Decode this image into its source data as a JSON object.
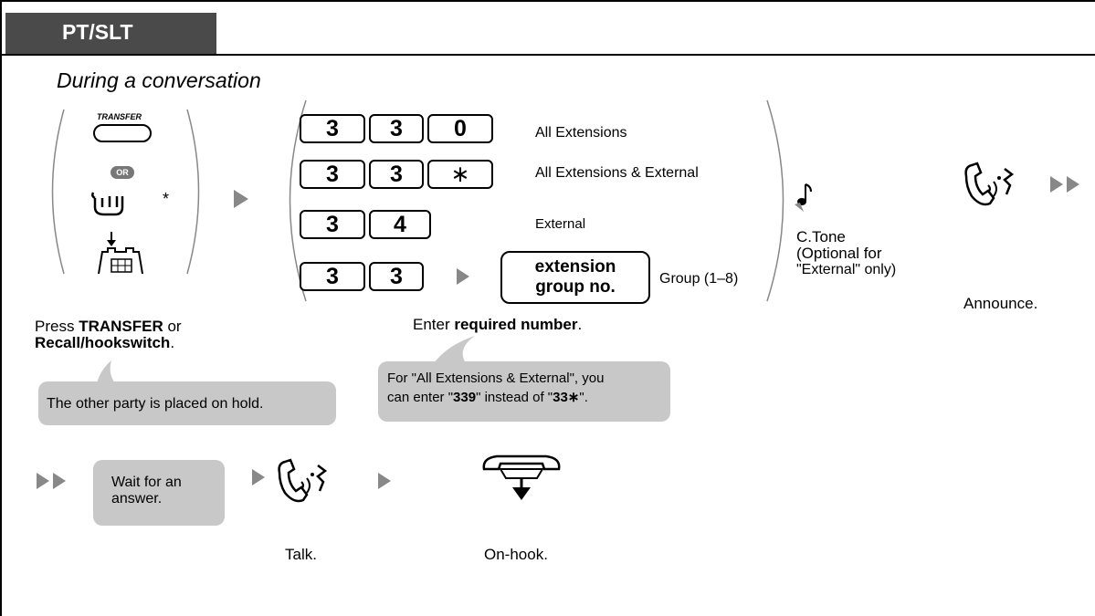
{
  "header": {
    "tab_label": "PT/SLT",
    "subtitle": "During a conversation"
  },
  "step1": {
    "transfer_key_label": "TRANSFER",
    "or_label": "OR",
    "asterisk": "*",
    "caption_bold": "TRANSFER",
    "caption_pre": "Press ",
    "caption_mid": " or",
    "caption_bold2": "Recall/hookswitch",
    "caption_end": ".",
    "bubble_text": "The other party is placed on hold."
  },
  "step2": {
    "rows": [
      {
        "keys": [
          "3",
          "3",
          "0"
        ],
        "label": "All Extensions"
      },
      {
        "keys": [
          "3",
          "3",
          "∗"
        ],
        "label": "All Extensions & External"
      },
      {
        "keys": [
          "3",
          "4"
        ],
        "label": "External"
      },
      {
        "keys": [
          "3",
          "3"
        ],
        "box_line1": "extension",
        "box_line2": "group no.",
        "label": "Group (1–8)"
      }
    ],
    "caption_pre": "Enter ",
    "caption_bold": "required number",
    "caption_end": ".",
    "bubble_line1": "For \"All Extensions & External\", you",
    "bubble_line2_a": "can enter \"",
    "bubble_line2_b": "339",
    "bubble_line2_c": "\" instead of \"",
    "bubble_line2_d": "33",
    "bubble_line2_e": "\".",
    "bubble_star": "∗"
  },
  "step3": {
    "tone_line1": "C.Tone",
    "tone_line2": "(Optional for",
    "tone_line3": "\"External\" only)"
  },
  "step4": {
    "caption": "Announce."
  },
  "row2": {
    "wait_line1": "Wait for an",
    "wait_line2": "answer.",
    "talk_caption": "Talk.",
    "onhook_caption": "On-hook."
  }
}
